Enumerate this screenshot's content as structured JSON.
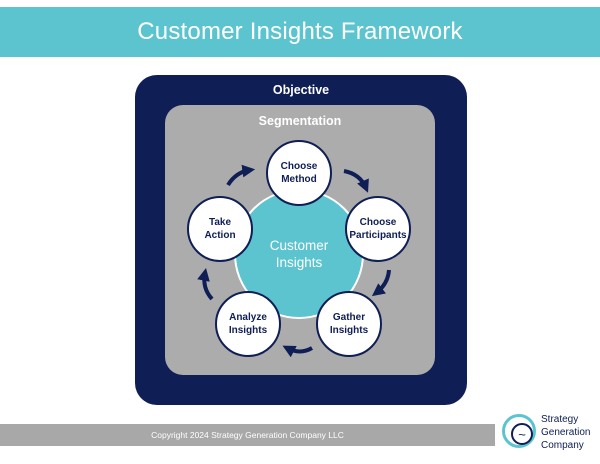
{
  "header": {
    "title": "Customer Insights Framework"
  },
  "diagram": {
    "outer_label": "Objective",
    "inner_label": "Segmentation",
    "center": {
      "line1": "Customer",
      "line2": "Insights"
    },
    "nodes": [
      {
        "label": "Choose\nMethod"
      },
      {
        "label": "Choose\nParticipants"
      },
      {
        "label": "Gather\nInsights"
      },
      {
        "label": "Analyze\nInsights"
      },
      {
        "label": "Take\nAction"
      }
    ]
  },
  "footer": {
    "copyright": "Copyright 2024 Strategy Generation Company LLC"
  },
  "logo": {
    "line1": "Strategy",
    "line2": "Generation",
    "line3": "Company",
    "symbol": "~"
  },
  "colors": {
    "teal": "#5cc4cf",
    "navy": "#0f1e55",
    "gray": "#acacac"
  }
}
